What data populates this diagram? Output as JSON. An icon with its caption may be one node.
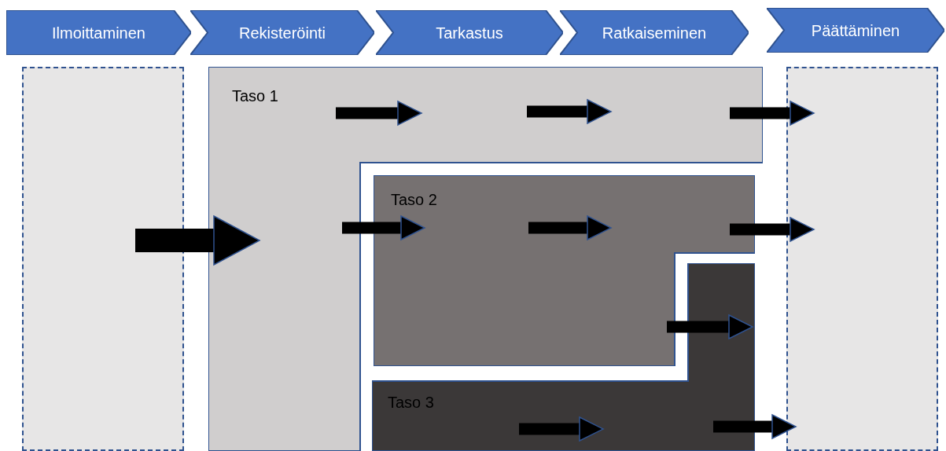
{
  "diagram": {
    "nodes": [
      {
        "text": [
          "Ilmoittaminen"
        ]
      },
      {
        "text": [
          "Rekisteröinti"
        ]
      },
      {
        "text": [
          "Tarkastus"
        ]
      },
      {
        "text": [
          "Ratkaiseminen"
        ]
      },
      {
        "text": [
          "Päättäminen"
        ]
      },
      {
        "text": [],
        "shape": "box"
      },
      {
        "text": [
          "Taso 1"
        ]
      },
      {
        "text": [
          "Taso 2"
        ]
      },
      {
        "text": [
          "Taso 3"
        ]
      },
      {
        "text": [],
        "shape": "box"
      }
    ],
    "edges": [
      {
        "from": 5,
        "to": 6,
        "arrow": "to",
        "style": "thick"
      },
      {
        "from": 6,
        "to": 7,
        "arrow": "to"
      },
      {
        "from": 7,
        "to": 8,
        "arrow": "to"
      },
      {
        "from": 6,
        "to": 9,
        "arrow": "to"
      },
      {
        "from": 7,
        "to": 9,
        "arrow": "to"
      },
      {
        "from": 8,
        "to": 9,
        "arrow": "to"
      }
    ]
  }
}
